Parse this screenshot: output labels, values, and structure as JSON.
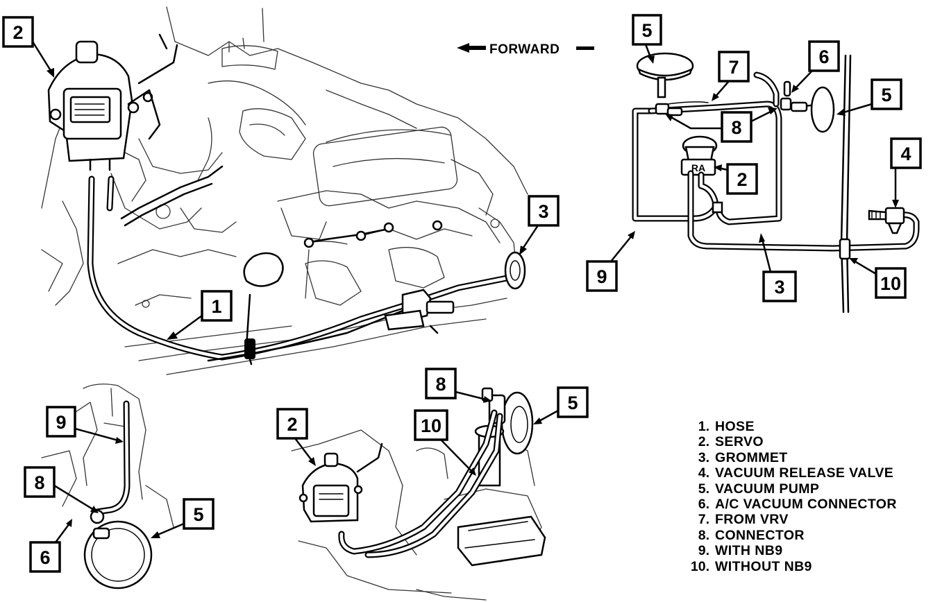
{
  "forward_label": "FORWARD",
  "callouts": {
    "main": [
      "1",
      "2",
      "3"
    ],
    "schematic": [
      "2",
      "3",
      "4",
      "5",
      "5",
      "6",
      "7",
      "8",
      "9",
      "10"
    ],
    "detail_left": [
      "5",
      "6",
      "8",
      "9"
    ],
    "detail_center": [
      "2",
      "5",
      "8",
      "10"
    ]
  },
  "servo_marking": "RA",
  "legend": [
    {
      "num": "1.",
      "text": "HOSE"
    },
    {
      "num": "2.",
      "text": "SERVO"
    },
    {
      "num": "3.",
      "text": "GROMMET"
    },
    {
      "num": "4.",
      "text": "VACUUM RELEASE VALVE"
    },
    {
      "num": "5.",
      "text": "VACUUM PUMP"
    },
    {
      "num": "6.",
      "text": "A/C VACUUM CONNECTOR"
    },
    {
      "num": "7.",
      "text": "FROM VRV"
    },
    {
      "num": "8.",
      "text": "CONNECTOR"
    },
    {
      "num": "9.",
      "text": "WITH NB9"
    },
    {
      "num": "10.",
      "text": "WITHOUT NB9"
    }
  ],
  "colors": {
    "ink": "#000000",
    "paper": "#ffffff"
  },
  "icons": {
    "forward": "arrow-left-icon"
  }
}
